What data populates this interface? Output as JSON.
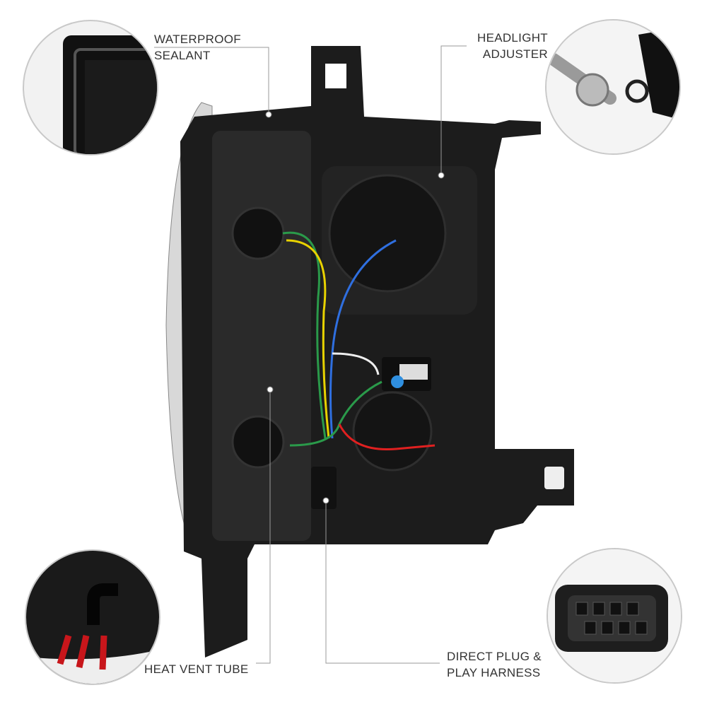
{
  "callouts": {
    "waterproof": {
      "line1": "WATERPROOF",
      "line2": "SEALANT"
    },
    "adjuster": {
      "line1": "HEADLIGHT",
      "line2": "ADJUSTER"
    },
    "vent": {
      "line1": "HEAT VENT TUBE"
    },
    "harness": {
      "line1": "DIRECT PLUG &",
      "line2": "PLAY HARNESS"
    }
  },
  "colors": {
    "housing": "#1c1c1c",
    "callout_line": "#9a9a9a",
    "arrow": "#c8161b",
    "wire_blue": "#2f6fe0",
    "wire_red": "#e02020",
    "wire_green": "#2a9a4a",
    "wire_yellow": "#e8d200"
  }
}
